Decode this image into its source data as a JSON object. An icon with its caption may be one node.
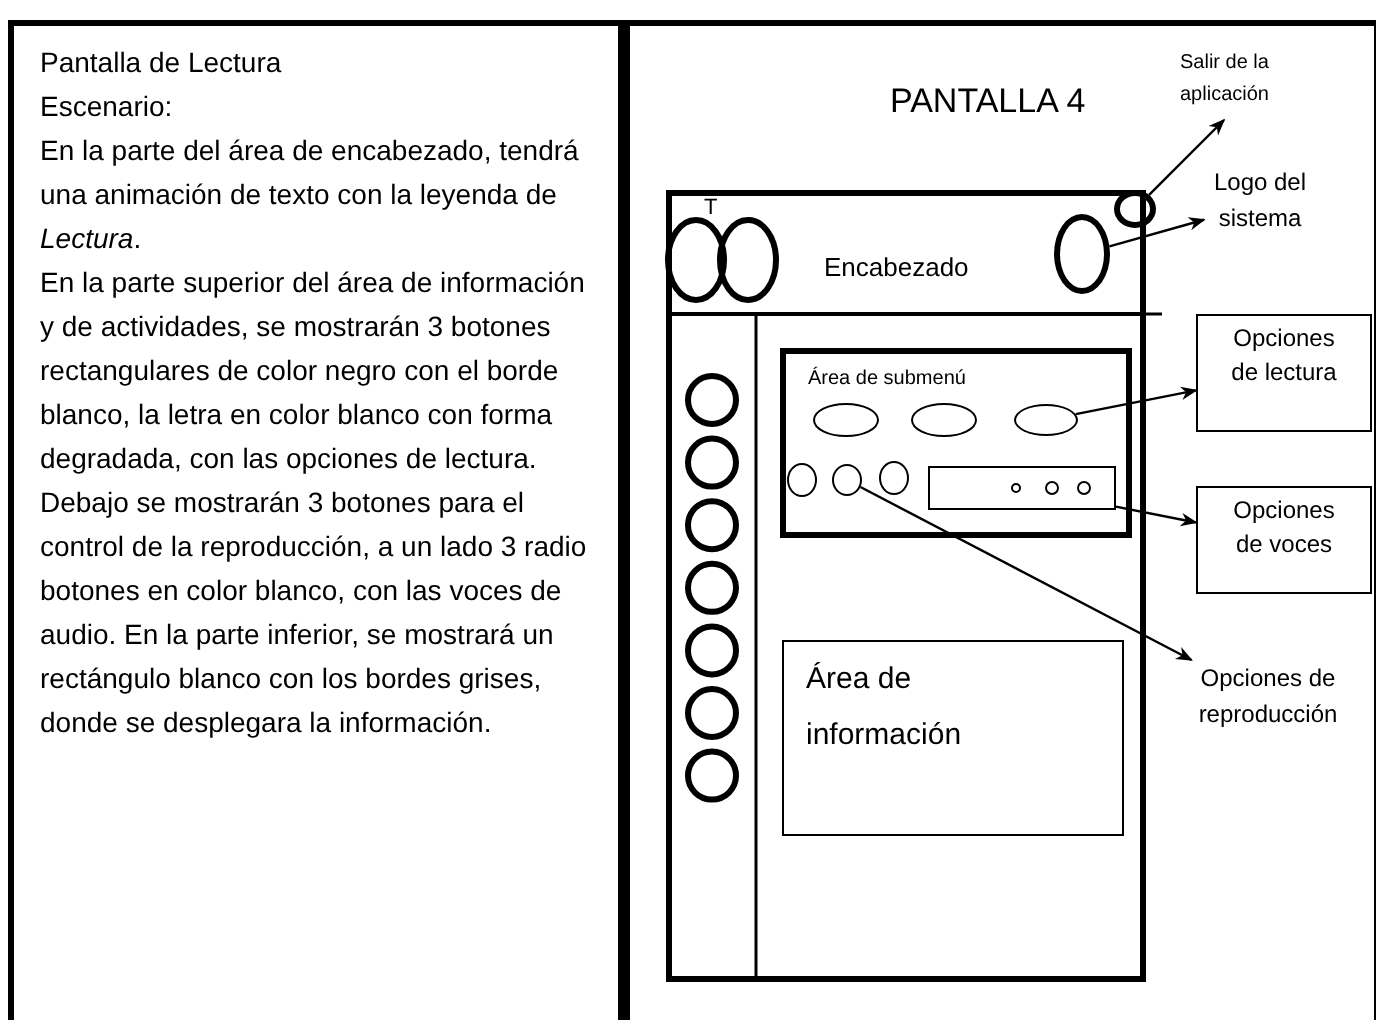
{
  "diagram": {
    "nodes": [
      {
        "text": [
          "Pantalla de Lectura",
          "Escenario:",
          "En la parte del área de encabezado, tendrá una animación de texto con la leyenda de *Lectura*.",
          "En la parte superior del área de información y de actividades, se mostrarán 3 botones rectangulares de color negro con el borde blanco, la letra en color blanco con forma degradada,  con las opciones de lectura. Debajo se mostrarán 3 botones para el control de la reproducción, a un lado 3 radio botones en color blanco, con las voces de audio. En la parte inferior, se mostrará  un rectángulo blanco con los bordes grises, donde se desplegara  la información."
        ]
      },
      {
        "text": [
          "PANTALLA 4"
        ]
      },
      {
        "text": [],
        "shape": "box",
        "in": 1
      },
      {
        "text": [
          "Encabezado"
        ],
        "in": 2
      },
      {
        "text": [],
        "shape": "circle",
        "in": 3
      },
      {
        "text": [],
        "shape": "circle",
        "in": 1
      },
      {
        "text": [
          "Área de submenú"
        ],
        "in": 2
      },
      {
        "text": [],
        "shape": "circle",
        "in": 6
      },
      {
        "text": [],
        "shape": "circle",
        "in": 6
      },
      {
        "text": [],
        "shape": "box",
        "in": 6
      },
      {
        "text": [
          "Área de información"
        ],
        "in": 2
      },
      {
        "text": [
          "Salir de la aplicación"
        ],
        "in": 1
      },
      {
        "text": [
          "Logo del sistema"
        ],
        "in": 1
      },
      {
        "text": [
          "Opciones de lectura"
        ],
        "in": 1
      },
      {
        "text": [
          "Opciones de voces"
        ],
        "in": 1
      },
      {
        "text": [
          "Opciones de reproducción"
        ],
        "in": 1
      }
    ],
    "edges": [
      {
        "from": 5,
        "to": 11,
        "arrow": "to"
      },
      {
        "from": 4,
        "to": 12,
        "arrow": "to"
      },
      {
        "from": 7,
        "to": 13,
        "arrow": "to"
      },
      {
        "from": 9,
        "to": 14,
        "arrow": "to"
      },
      {
        "from": 8,
        "to": 15,
        "arrow": "to"
      }
    ],
    "labels": [
      "T"
    ]
  }
}
